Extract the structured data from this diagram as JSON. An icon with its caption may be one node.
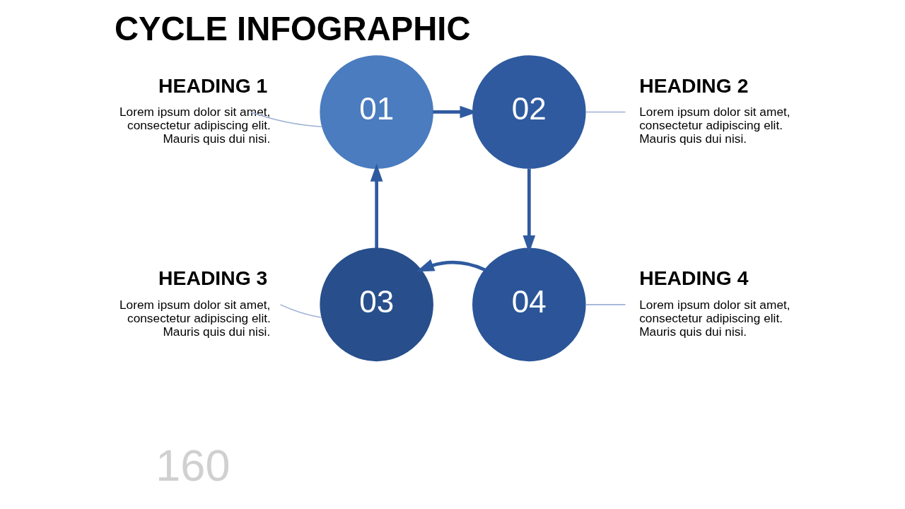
{
  "diagram": {
    "title": "CYCLE INFOGRAPHIC",
    "nodes": [
      {
        "text": [
          "HEADING 1",
          "Lorem ipsum dolor sit amet, consectetur adipiscing elit. Mauris quis dui nisi."
        ]
      },
      {
        "text": [
          "01"
        ]
      },
      {
        "text": [
          "02"
        ]
      },
      {
        "text": [
          "HEADING 2",
          "Lorem ipsum dolor sit amet, consectetur adipiscing elit. Mauris quis dui nisi."
        ]
      },
      {
        "text": [
          "HEADING 3",
          "Lorem ipsum dolor sit amet, consectetur adipiscing elit. Mauris quis dui nisi."
        ]
      },
      {
        "text": [
          "03"
        ]
      },
      {
        "text": [
          "04"
        ]
      },
      {
        "text": [
          "HEADING 4",
          "Lorem ipsum dolor sit amet, consectetur adipiscing elit. Mauris quis dui nisi."
        ]
      }
    ],
    "edges": [
      {
        "from": 0,
        "to": 1,
        "arrow": "none",
        "color": "#9db0d4"
      },
      {
        "from": 3,
        "to": 2,
        "arrow": "none",
        "color": "#9db0d4"
      },
      {
        "from": 4,
        "to": 5,
        "arrow": "none",
        "color": "#9db0d4"
      },
      {
        "from": 7,
        "to": 6,
        "arrow": "none",
        "color": "#9db0d4"
      },
      {
        "from": 1,
        "to": 2,
        "arrow": "to",
        "style": "thick",
        "color": "#2f5a9f"
      },
      {
        "from": 2,
        "to": 6,
        "arrow": "to",
        "style": "thick",
        "color": "#2f5a9f"
      },
      {
        "from": 6,
        "to": 5,
        "arrow": "to",
        "style": "thick",
        "color": "#2f5a9f"
      },
      {
        "from": 5,
        "to": 1,
        "arrow": "to",
        "style": "thick",
        "color": "#2f5a9f"
      }
    ],
    "labels": [
      "160"
    ]
  }
}
